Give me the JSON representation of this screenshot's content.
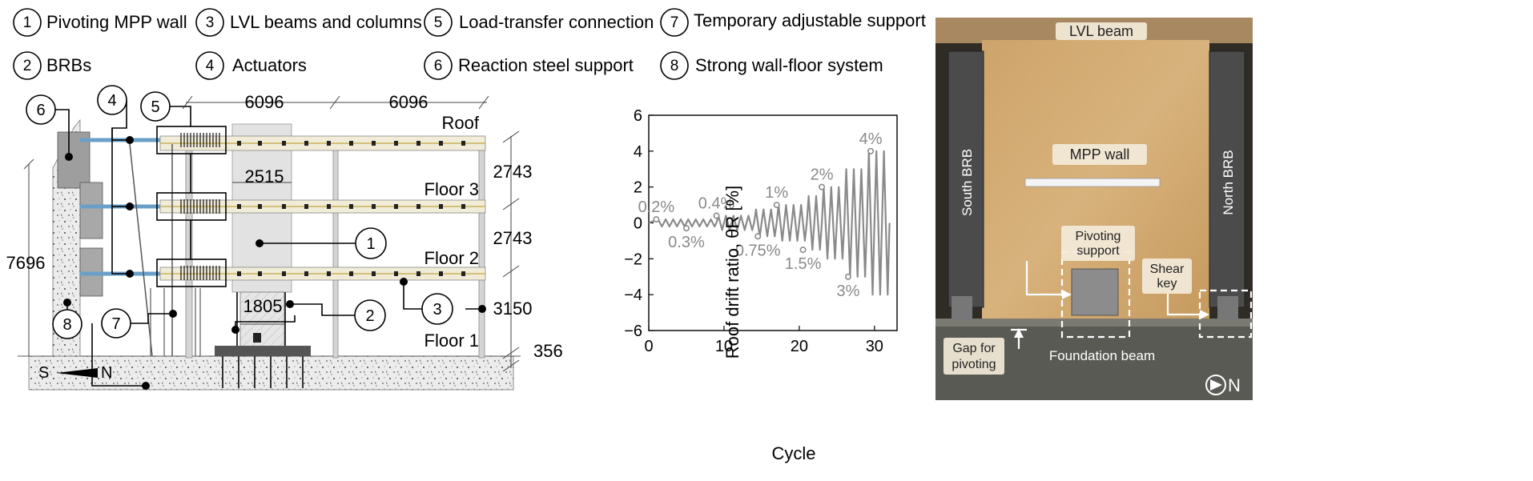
{
  "legend": [
    {
      "num": "1",
      "label": "Pivoting MPP wall"
    },
    {
      "num": "2",
      "label": "BRBs"
    },
    {
      "num": "3",
      "label": "LVL beams and columns"
    },
    {
      "num": "4",
      "label": "Actuators"
    },
    {
      "num": "5",
      "label": "Load-transfer connection"
    },
    {
      "num": "6",
      "label": "Reaction steel support"
    },
    {
      "num": "7",
      "label": "Temporary adjustable support"
    },
    {
      "num": "8",
      "label": "Strong wall-floor system"
    }
  ],
  "elevation": {
    "levels": {
      "roof": "Roof",
      "floor3": "Floor 3",
      "floor2": "Floor 2",
      "floor1": "Floor 1"
    },
    "dims": {
      "bay1": "6096",
      "bay2": "6096",
      "wall_width": "2515",
      "base_width": "1805",
      "height_total": "7696",
      "story3": "2743",
      "story2": "2743",
      "story1": "3150",
      "base": "356"
    },
    "callouts": {
      "c1": "1",
      "c2": "2",
      "c3": "3",
      "c4": "4",
      "c5": "5",
      "c6": "6",
      "c7": "7",
      "c8": "8"
    },
    "compass": {
      "south": "S",
      "north": "N"
    }
  },
  "chart_data": {
    "type": "line",
    "xlabel": "Cycle",
    "ylabel": "Roof drift ratio, θR [%]",
    "xlim": [
      0,
      33
    ],
    "ylim": [
      -6,
      6
    ],
    "xticks": [
      "0",
      "10",
      "20",
      "30"
    ],
    "yticks": [
      "6",
      "4",
      "2",
      "0",
      "−2",
      "−4",
      "−6"
    ],
    "protocol": [
      {
        "from": 1,
        "to": 9,
        "amplitude": 0.2
      },
      {
        "from": 9,
        "to": 14,
        "amplitude": 0.4
      },
      {
        "from": 14,
        "to": 17,
        "amplitude": 0.75
      },
      {
        "from": 17,
        "to": 21,
        "amplitude": 1.0
      },
      {
        "from": 21,
        "to": 23,
        "amplitude": 1.5
      },
      {
        "from": 23,
        "to": 26,
        "amplitude": 2.0
      },
      {
        "from": 26,
        "to": 29,
        "amplitude": 3.0
      },
      {
        "from": 29,
        "to": 32,
        "amplitude": 4.0
      }
    ],
    "annotations": [
      {
        "text": "0.2%",
        "x": 1,
        "y": 0.2
      },
      {
        "text": "0.3%",
        "x": 5,
        "y": -0.3
      },
      {
        "text": "0.4%",
        "x": 9,
        "y": 0.4
      },
      {
        "text": "0.75%",
        "x": 14.5,
        "y": -0.75
      },
      {
        "text": "1%",
        "x": 17,
        "y": 1.0
      },
      {
        "text": "1.5%",
        "x": 20.5,
        "y": -1.5
      },
      {
        "text": "2%",
        "x": 23,
        "y": 2.0
      },
      {
        "text": "3%",
        "x": 26.5,
        "y": -3.0
      },
      {
        "text": "4%",
        "x": 29.5,
        "y": 4.0
      }
    ],
    "color": "#8a8a8a"
  },
  "photo": {
    "labels": {
      "lvl_beam": "LVL beam",
      "mpp_wall": "MPP wall",
      "south_brb": "South BRB",
      "north_brb": "North BRB",
      "pivot_line1": "Pivoting",
      "pivot_line2": "support",
      "shear_line1": "Shear",
      "shear_line2": "key",
      "gap_line1": "Gap for",
      "gap_line2": "pivoting",
      "foundation": "Foundation beam",
      "north": "N"
    }
  }
}
